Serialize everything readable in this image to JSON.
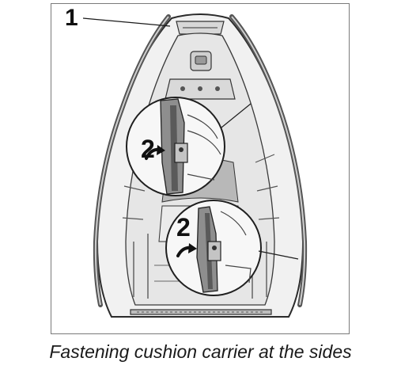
{
  "figure": {
    "callouts": {
      "part_1": "1",
      "part_2_upper": "2",
      "part_2_lower": "2"
    },
    "caption": "Fastening cushion carrier at the sides"
  }
}
